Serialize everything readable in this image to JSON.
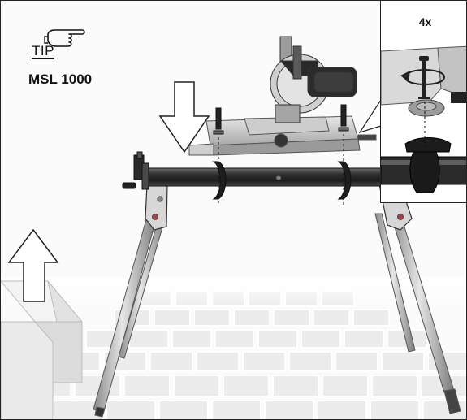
{
  "tip": {
    "label": "TIP",
    "model": "MSL 1000",
    "icon": "pointing-hand-icon"
  },
  "detail_inset": {
    "count_label": "4x",
    "icon": "screw-rotate-icon"
  },
  "colors": {
    "line": "#222222",
    "metal_light": "#d9d9d9",
    "metal_mid": "#9a9a9a",
    "metal_dark": "#3a3a3a",
    "floor_tile": "#ebebeb"
  }
}
